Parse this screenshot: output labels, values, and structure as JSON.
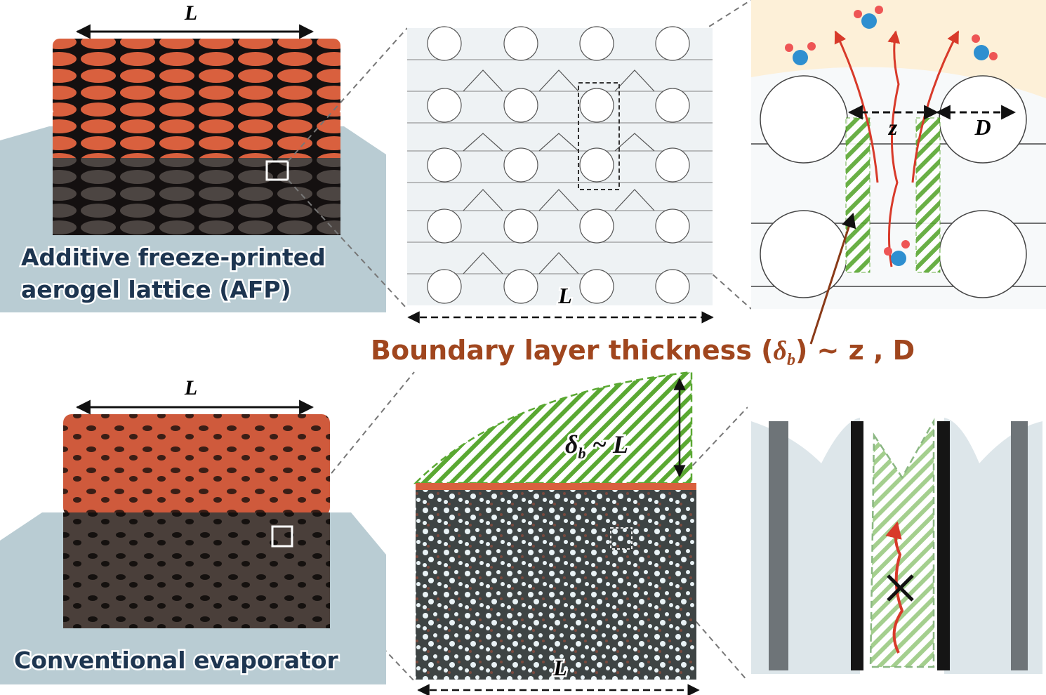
{
  "top": {
    "afp_length_label": "L",
    "afp_caption_line1": "Additive freeze-printed",
    "afp_caption_line2": "aerogel lattice (AFP)",
    "lattice_length_label": "L",
    "gap_label": "z",
    "diameter_label": "D"
  },
  "middle": {
    "boundary_text_prefix": "Boundary layer thickness (",
    "delta": "δ",
    "delta_sub": "b",
    "boundary_text_suffix": ") ~ z , D"
  },
  "bottom": {
    "conv_length_label": "L",
    "conv_caption": "Conventional evaporator",
    "porous_length_label": "L",
    "delta": "δ",
    "delta_sub": "b",
    "delta_relation": " ~ L"
  },
  "colors": {
    "orange": "#d9603e",
    "dark_brown": "#3e3a36",
    "boundary_green": "#5aa832",
    "boundary_text": "#a0461e",
    "arrow_red": "#d83a2a"
  }
}
